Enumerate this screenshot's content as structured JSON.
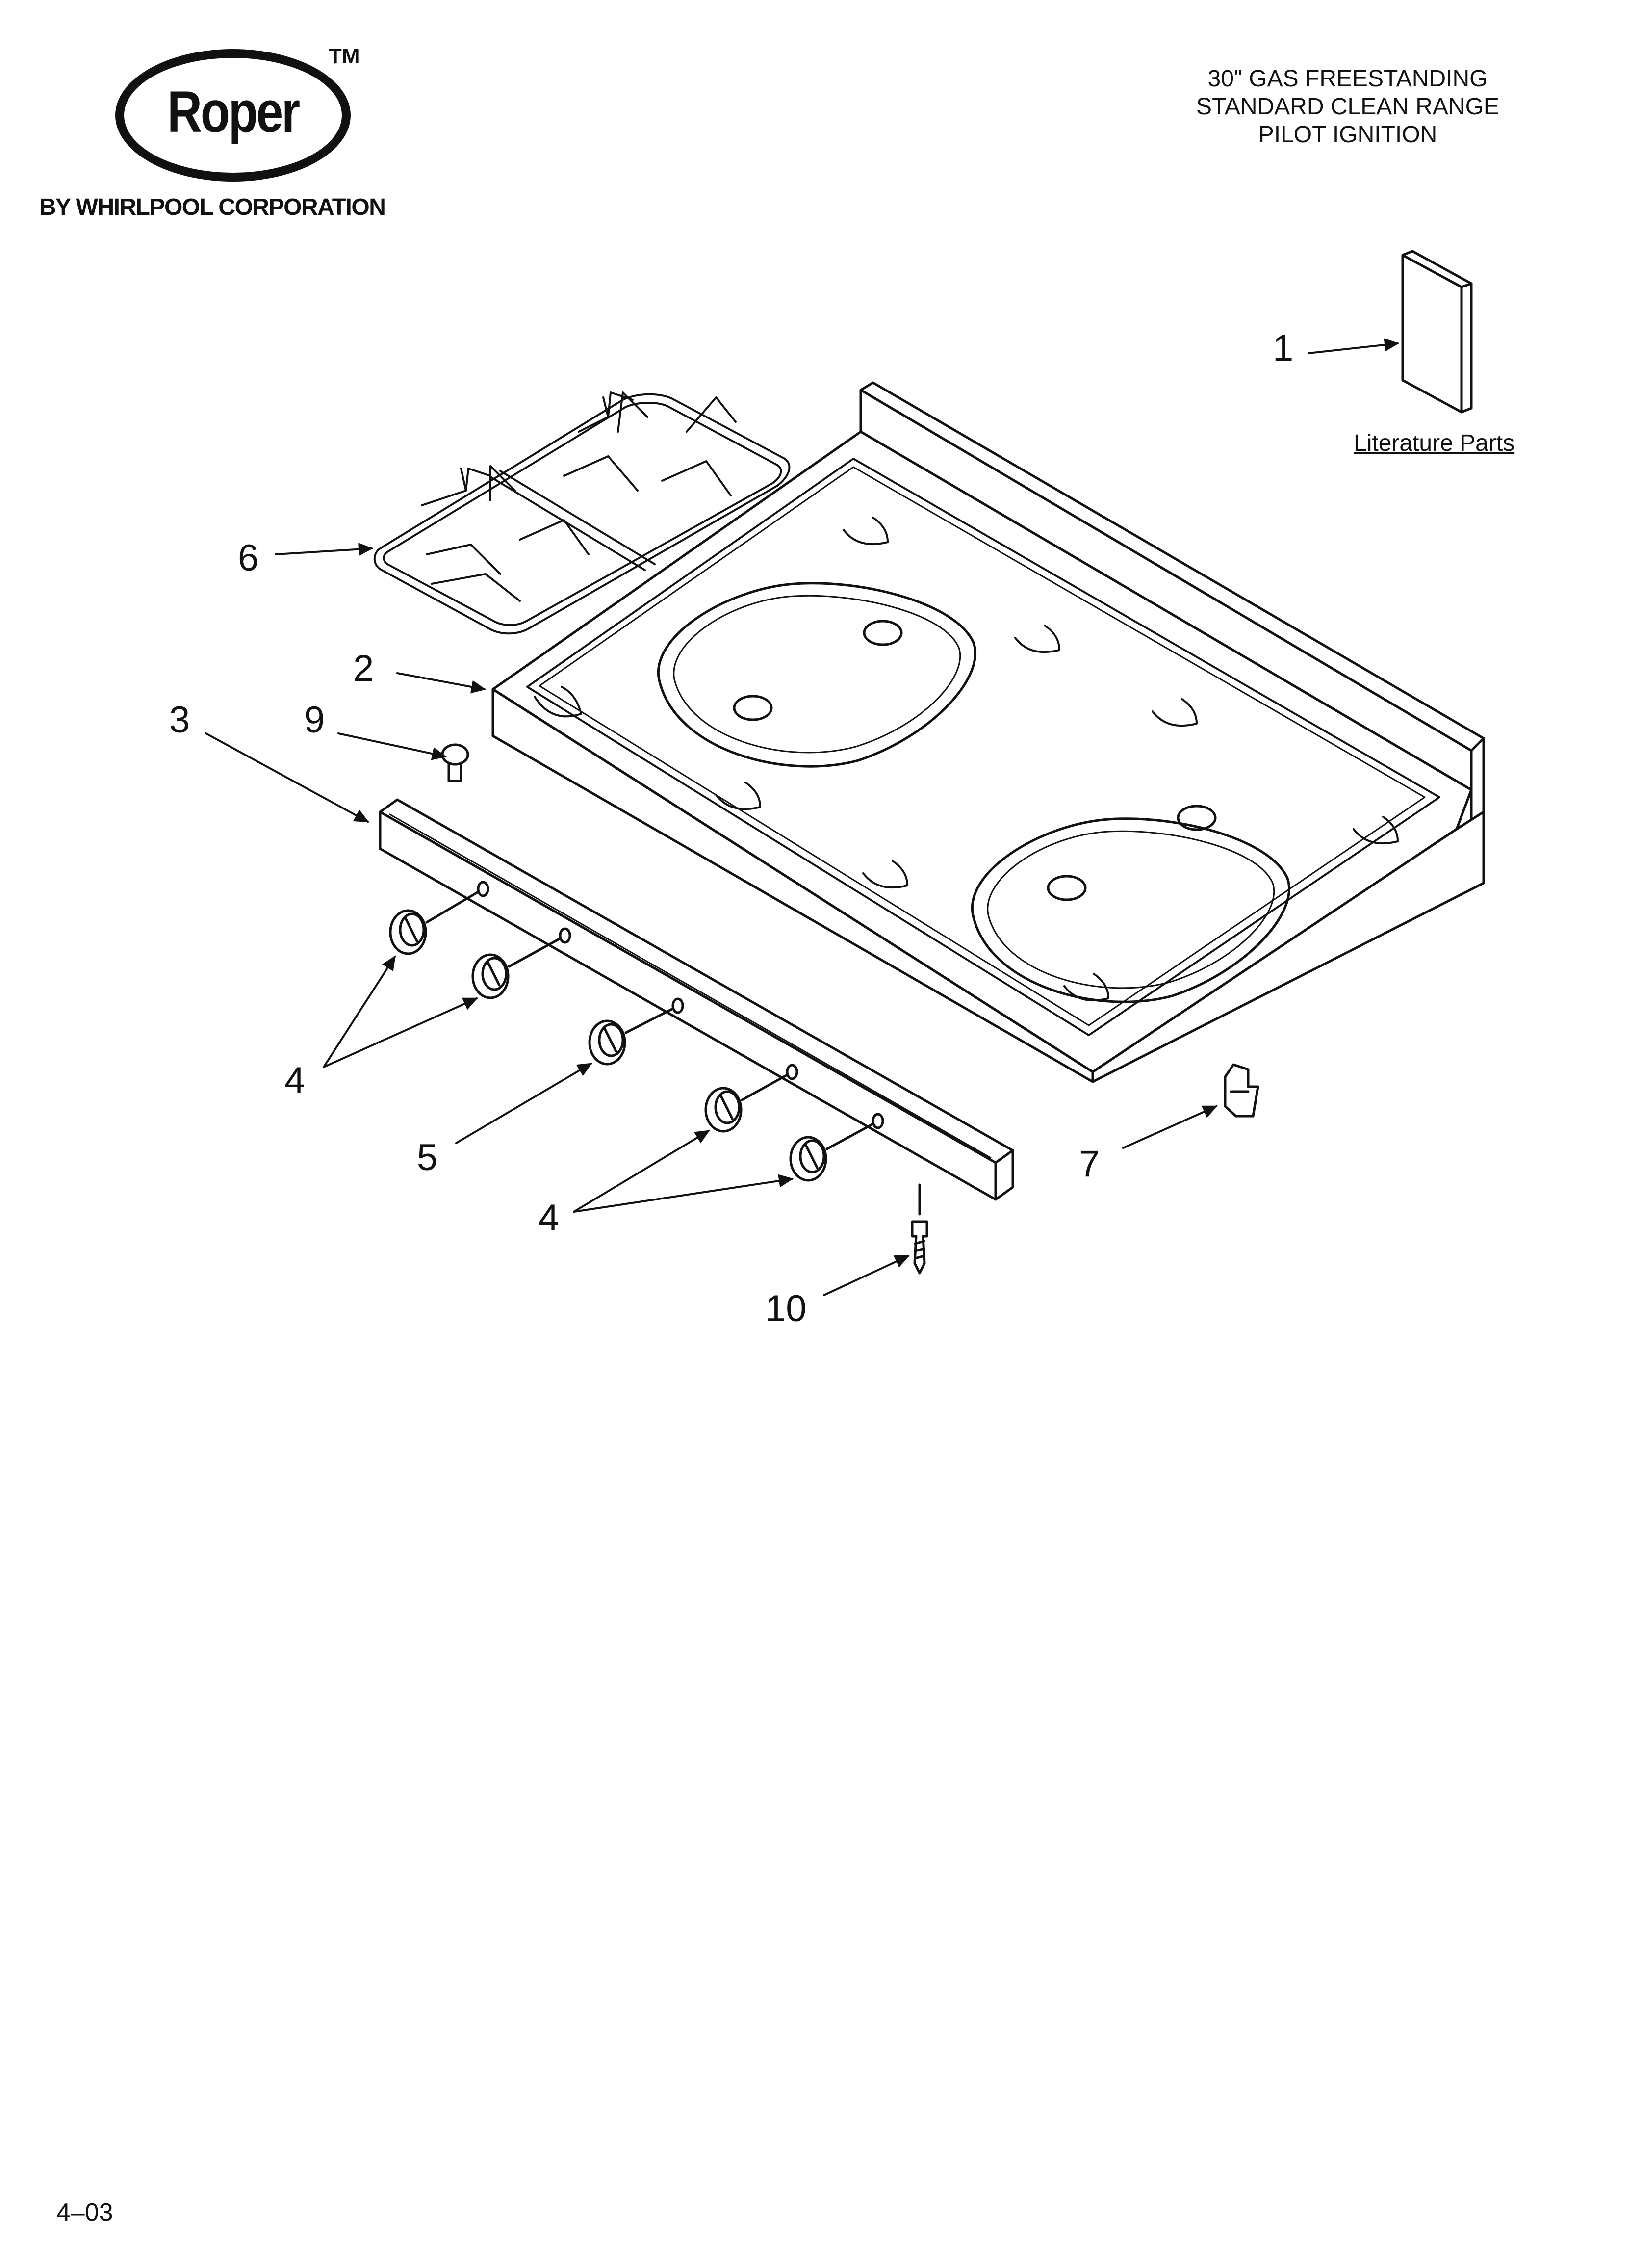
{
  "brand": {
    "logo_text": "Roper",
    "trademark": "TM",
    "subtitle": "BY WHIRLPOOL CORPORATION"
  },
  "header": {
    "title_lines": [
      "30\" GAS FREESTANDING",
      "STANDARD CLEAN RANGE",
      "PILOT IGNITION"
    ]
  },
  "literature": {
    "label": "Literature Parts"
  },
  "callouts": {
    "c1": "1",
    "c2": "2",
    "c3": "3",
    "c4a": "4",
    "c4b": "4",
    "c5": "5",
    "c6": "6",
    "c7": "7",
    "c9": "9",
    "c10": "10"
  },
  "footer": {
    "code": "4–03"
  }
}
